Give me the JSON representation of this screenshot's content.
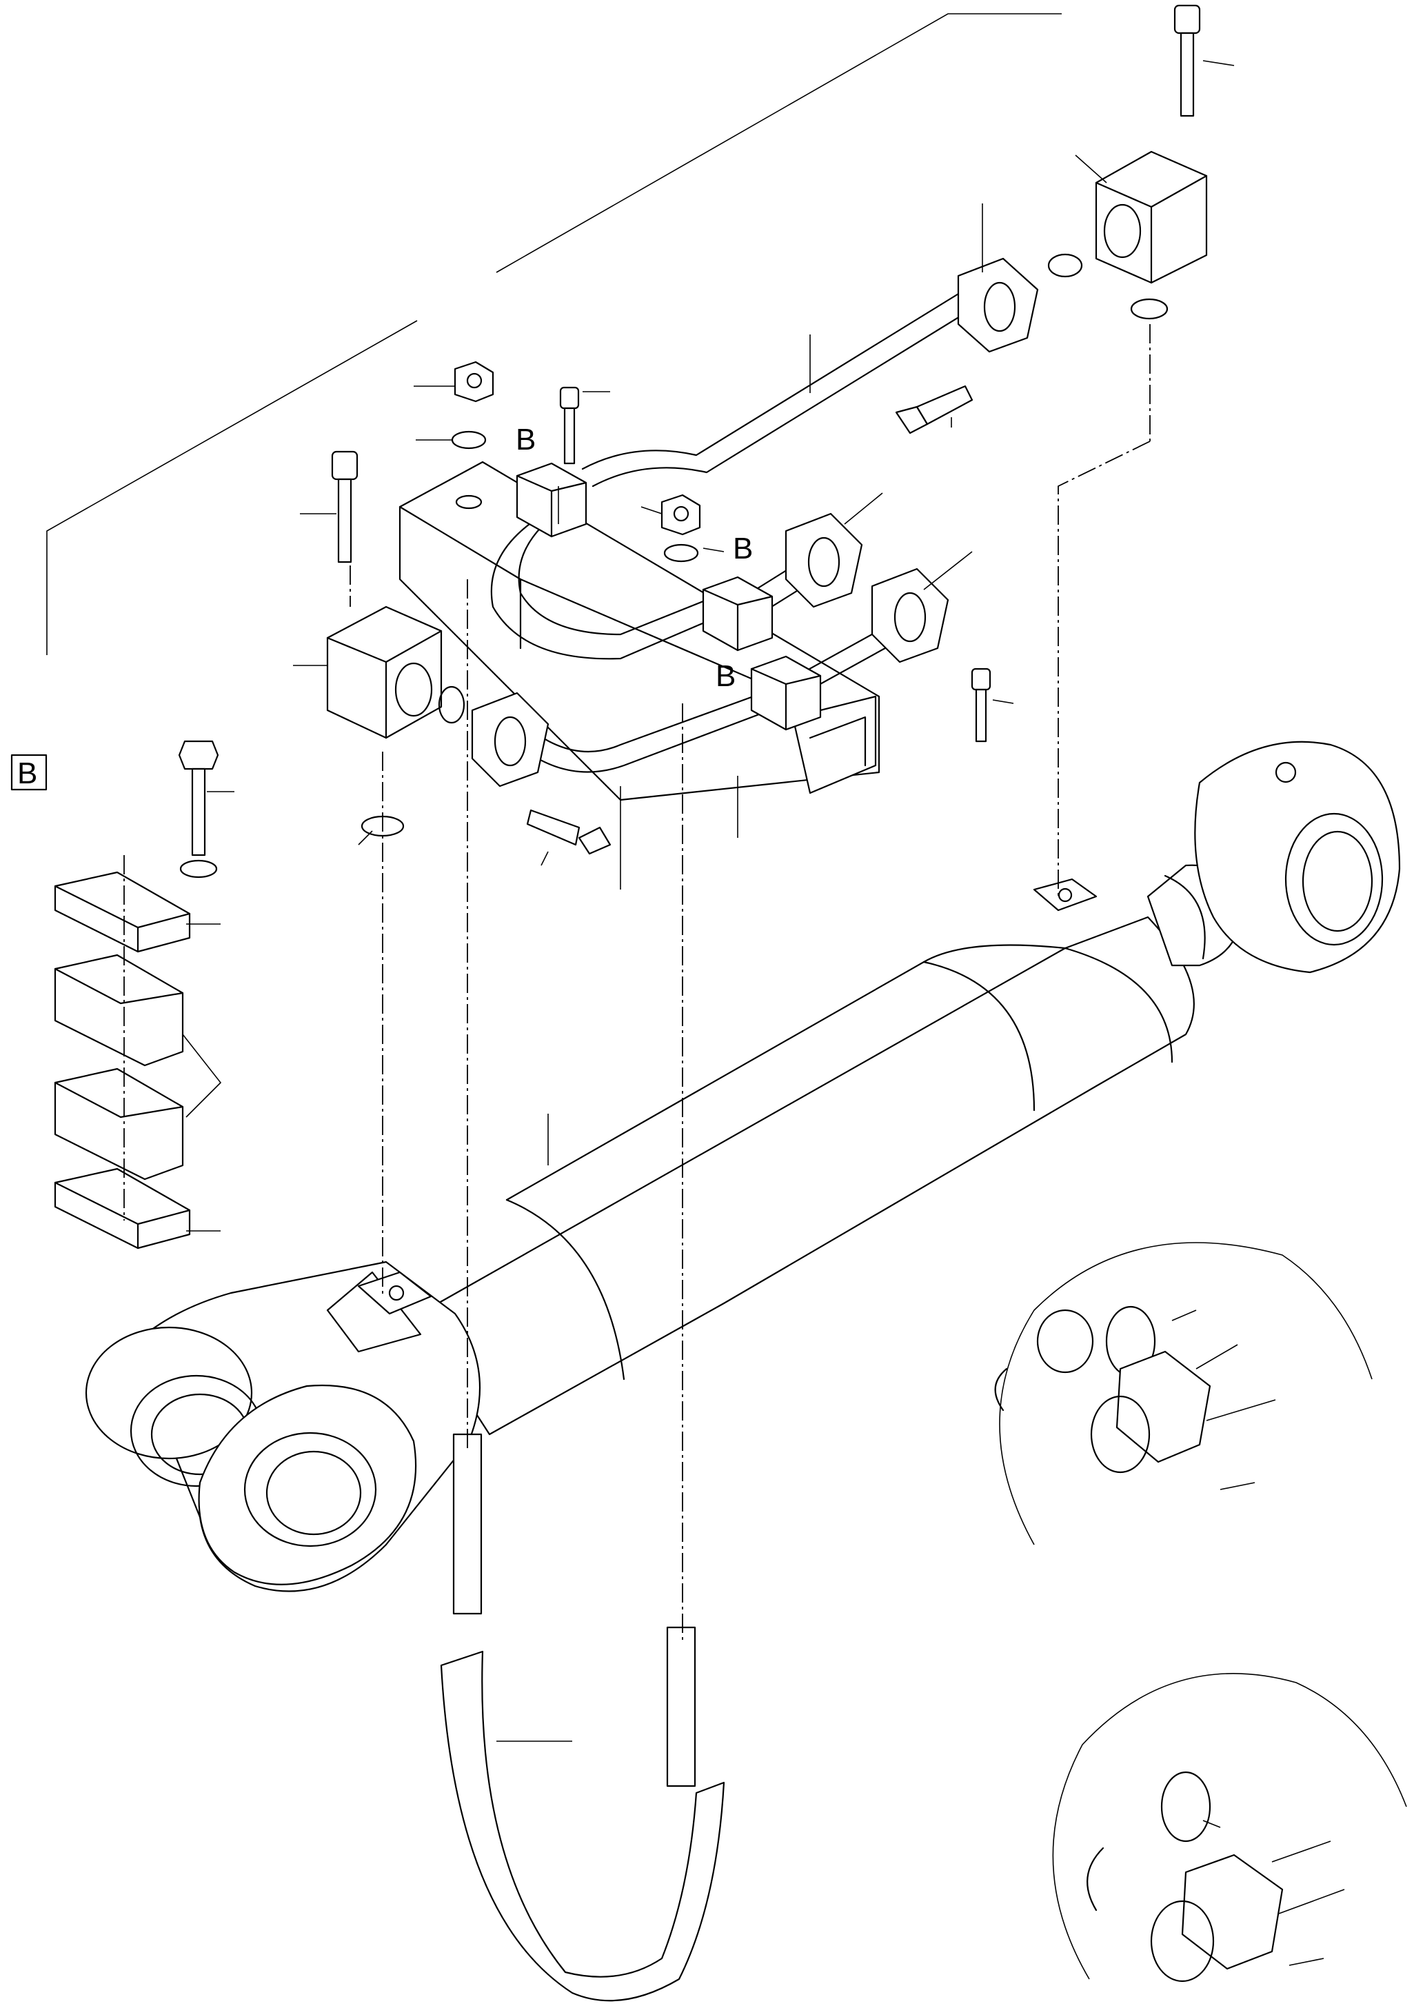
{
  "labels": {
    "detail_box": "B",
    "callout_top_clamp": "B",
    "callout_mid_clamp": "B",
    "callout_low_clamp": "B"
  }
}
